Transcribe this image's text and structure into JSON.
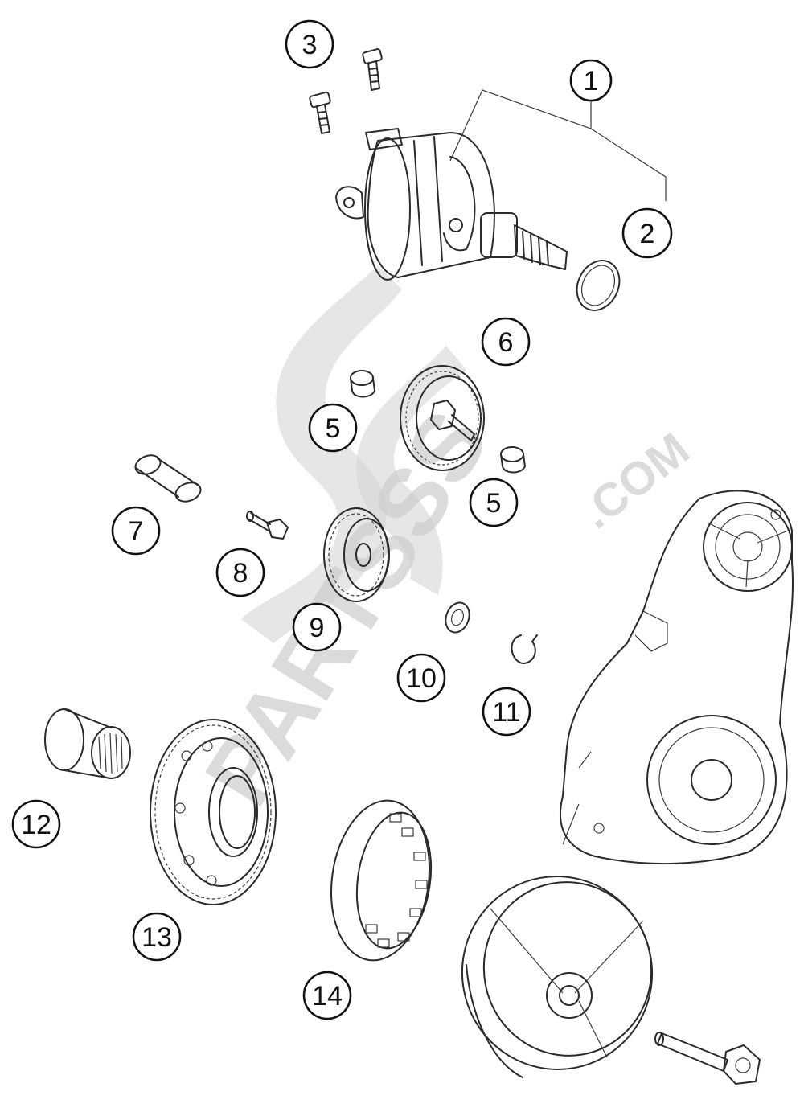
{
  "diagram": {
    "callouts": [
      "1",
      "2",
      "3",
      "5",
      "6",
      "5",
      "7",
      "8",
      "9",
      "10",
      "11",
      "12",
      "13",
      "14"
    ],
    "watermark": {
      "main": "PARTSSS",
      "suffix": ".COM"
    }
  },
  "colors": {
    "line": "#2a2a2a",
    "watermark": "#cfcfcf",
    "background": "#ffffff"
  }
}
